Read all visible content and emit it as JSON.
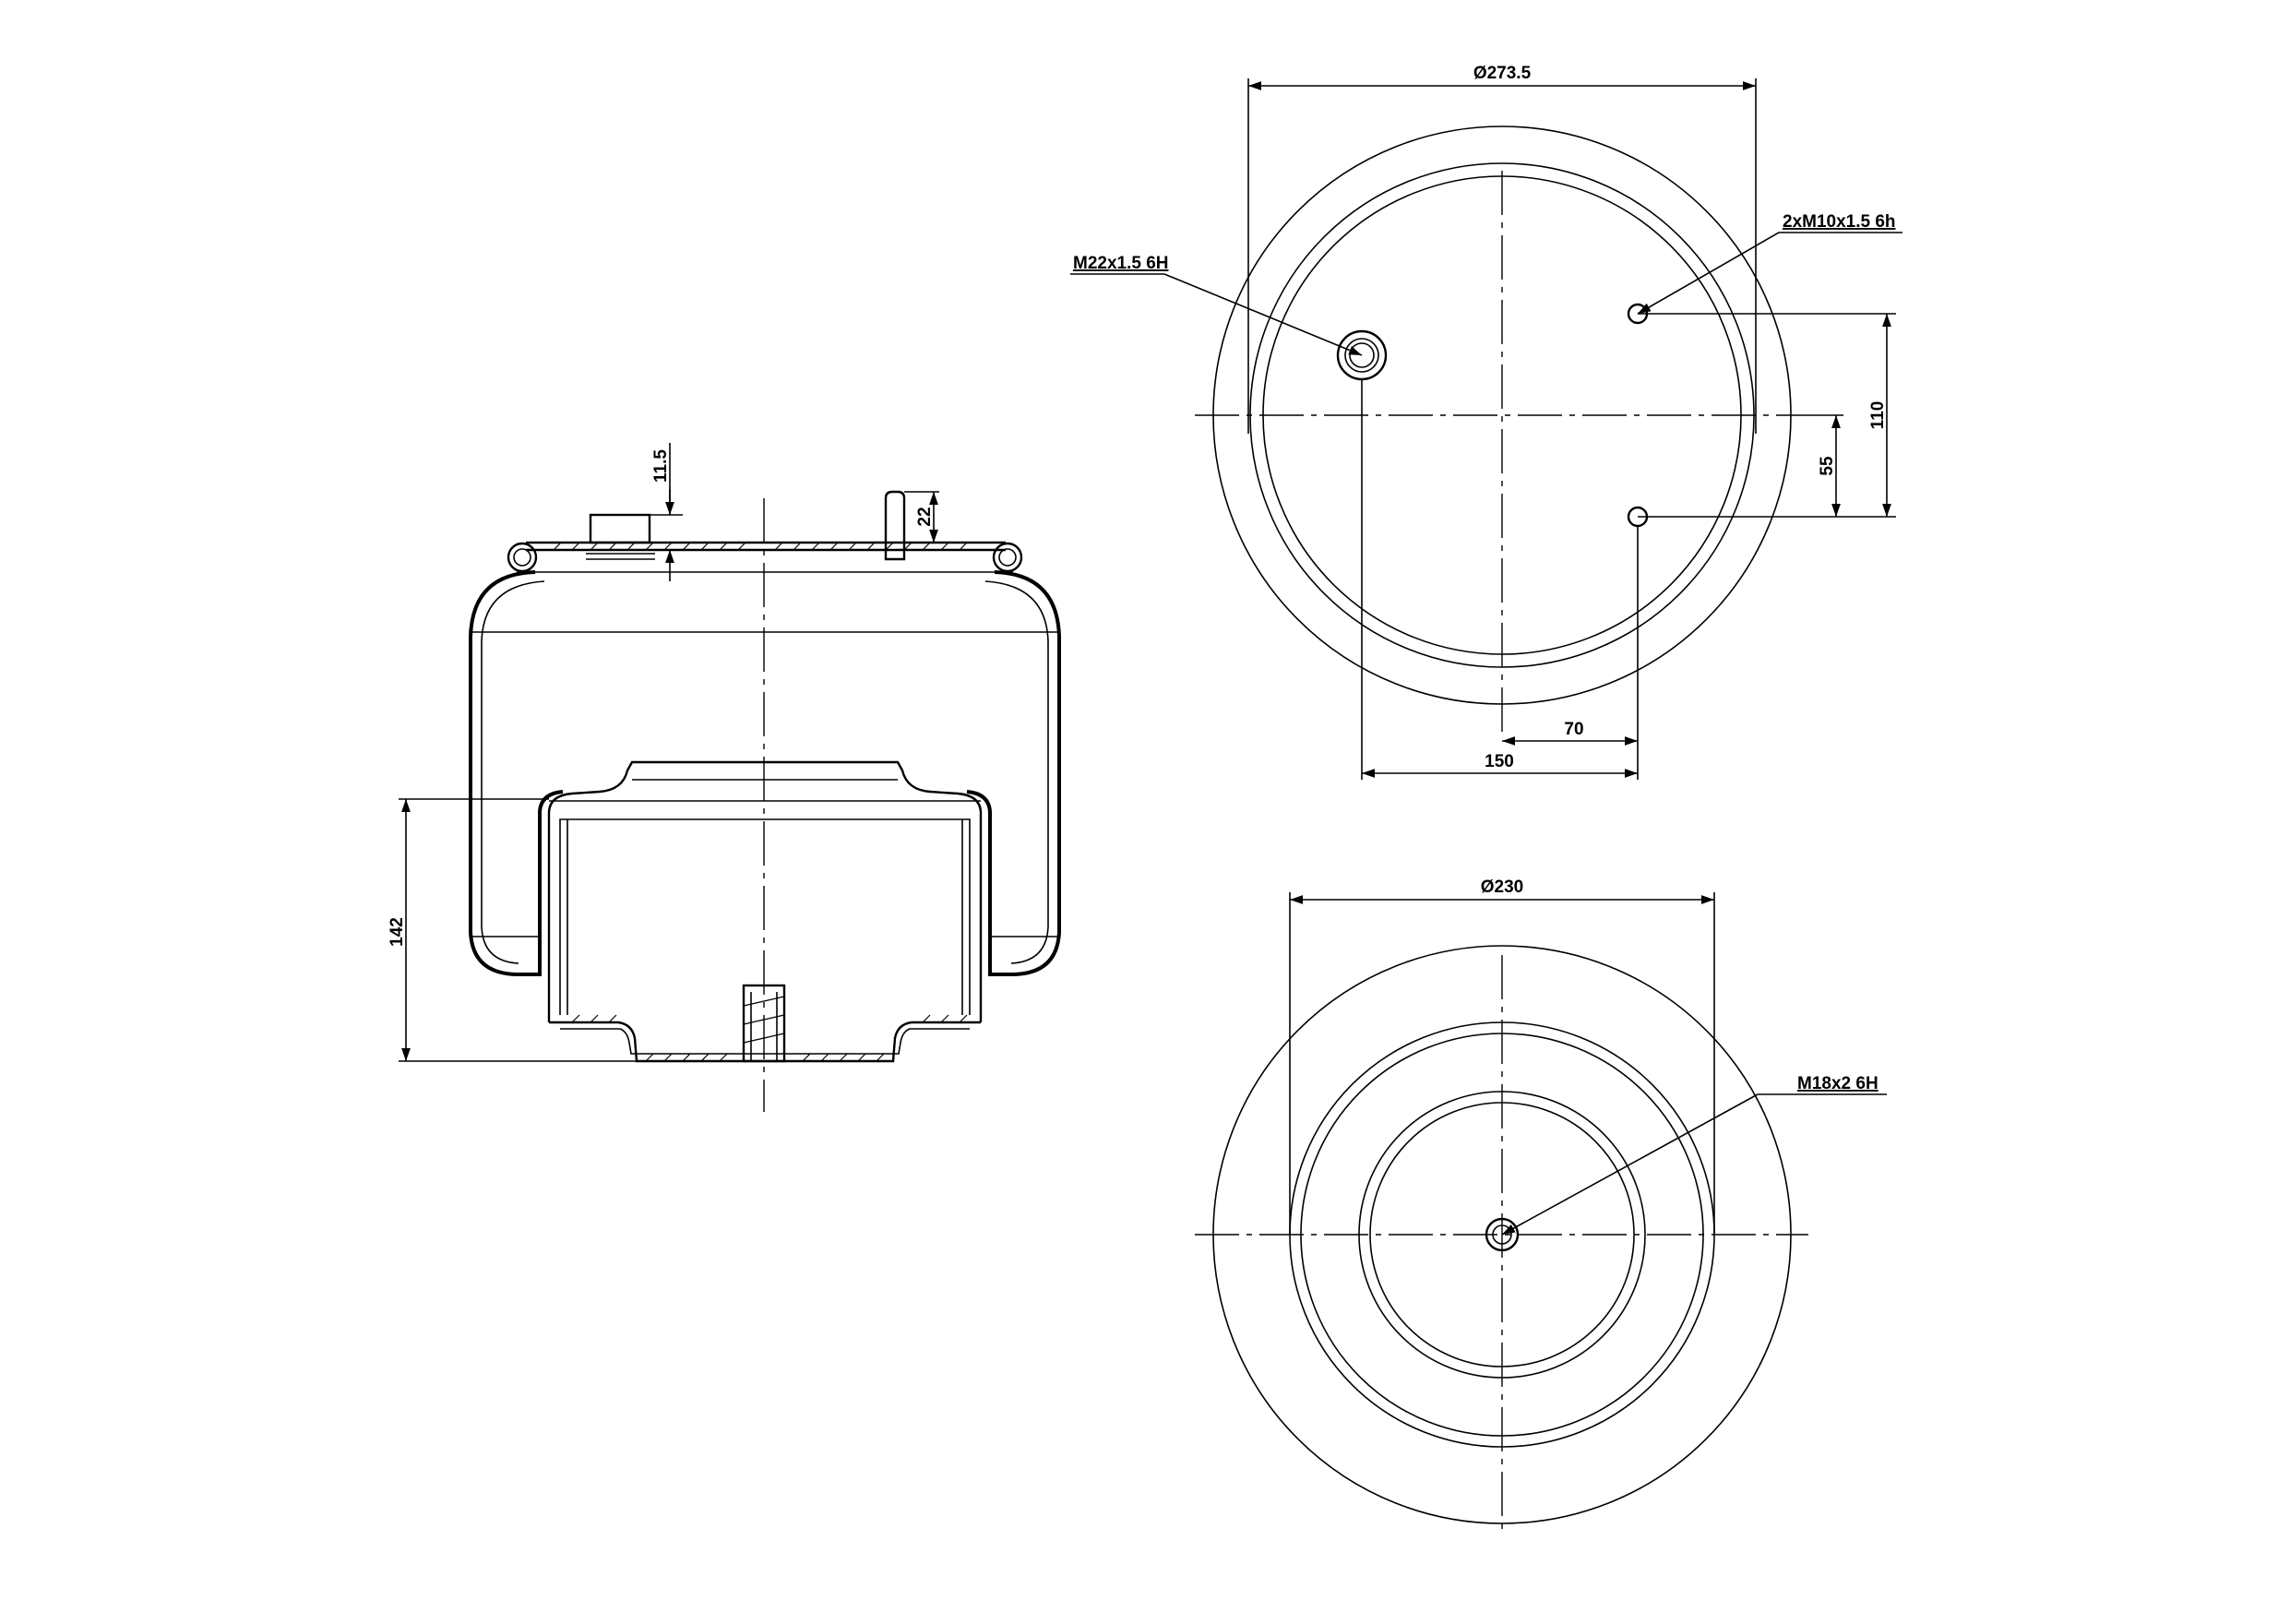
{
  "dimensions": {
    "side_view": {
      "top_offset": "11.5",
      "stud_height": "22",
      "piston_height": "142"
    },
    "top_view": {
      "outer_diameter": "Ø273.5",
      "air_port": "M22x1.5 6H",
      "studs": "2xM10x1.5 6h",
      "stud_spacing": "110",
      "stud_half_spacing": "55",
      "stud_offset": "70",
      "port_offset": "150"
    },
    "bottom_view": {
      "piston_diameter": "Ø230",
      "bottom_thread": "M18x2 6H"
    }
  }
}
